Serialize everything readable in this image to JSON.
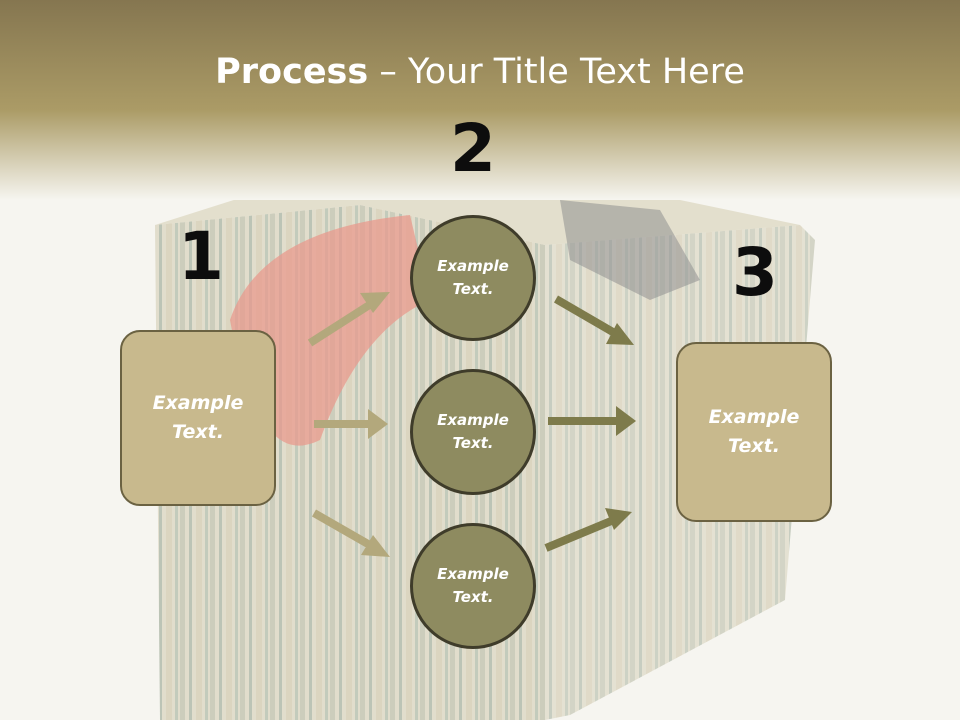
{
  "title": {
    "bold": "Process",
    "rest": " – Your Title Text Here"
  },
  "steps": {
    "one": "1",
    "two": "2",
    "three": "3"
  },
  "left_box": {
    "line1": "Example",
    "line2": "Text."
  },
  "circles": [
    {
      "line1": "Example",
      "line2": "Text."
    },
    {
      "line1": "Example",
      "line2": "Text."
    },
    {
      "line1": "Example",
      "line2": "Text."
    }
  ],
  "right_box": {
    "line1": "Example",
    "line2": "Text."
  },
  "colors": {
    "box_fill": "#c8b98d",
    "circle_fill": "#8e8b60",
    "arrow_left": "#b3a87c",
    "arrow_right": "#7e7b4b",
    "header": "#8a7c50"
  }
}
